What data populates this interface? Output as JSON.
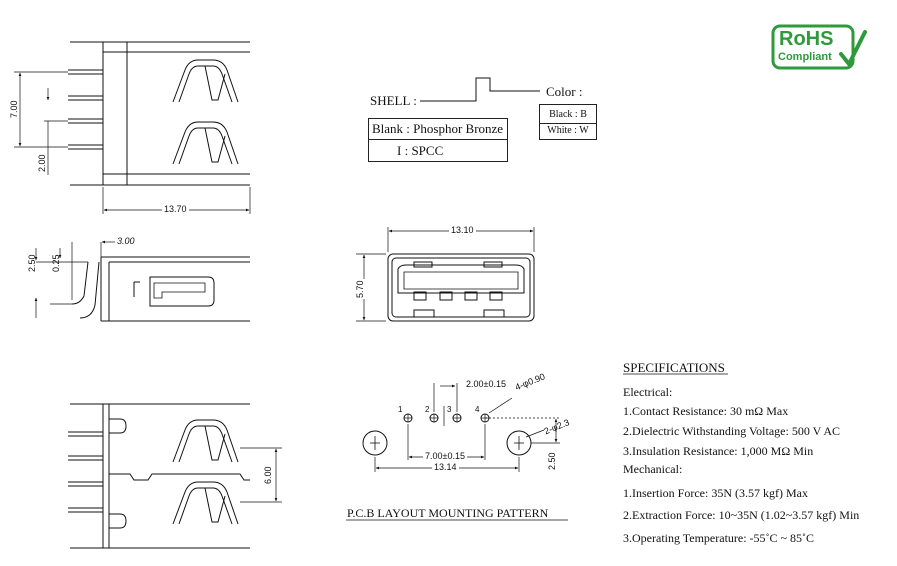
{
  "rohs": {
    "line1": "RoHS",
    "line2": "Compliant",
    "color": "#2e9a3c"
  },
  "material": {
    "shell_label": "SHELL :",
    "color_label": "Color :",
    "color_options": [
      "Black : B",
      "White : W"
    ],
    "shell_options": [
      "Blank : Phosphor Bronze",
      "I : SPCC"
    ]
  },
  "top_view": {
    "dims": {
      "length": "13.70",
      "height": "7.00",
      "pitch": "2.00"
    }
  },
  "side_view": {
    "dims": {
      "lead": "3.00",
      "offset_a": "2.50",
      "offset_b": "0.25"
    }
  },
  "front_view": {
    "dims": {
      "width": "13.10",
      "height": "5.70"
    }
  },
  "bottom_view": {
    "dims": {
      "span": "6.00"
    }
  },
  "pcb": {
    "title": "P.C.B LAYOUT MOUNTING PATTERN",
    "pin_numbers": [
      "1",
      "2",
      "3",
      "4"
    ],
    "dims": {
      "pitch": "2.00±0.15",
      "hole": "4-φ0.90",
      "mount_hole": "2-φ2.3",
      "pin_span": "7.00±0.15",
      "total_span": "13.14",
      "offset": "2.50"
    }
  },
  "specs": {
    "title": "SPECIFICATIONS",
    "electrical_title": "Electrical:",
    "electrical": [
      "1.Contact Resistance: 30 mΩ Max",
      "2.Dielectric Withstanding Voltage: 500 V AC",
      "3.Insulation Resistance: 1,000 MΩ Min"
    ],
    "mechanical_title": "Mechanical:",
    "mechanical": [
      "1.Insertion Force: 35N (3.57 kgf) Max",
      "2.Extraction Force: 10~35N (1.02~3.57 kgf) Min",
      "3.Operating Temperature: -55˚C ~ 85˚C"
    ]
  }
}
